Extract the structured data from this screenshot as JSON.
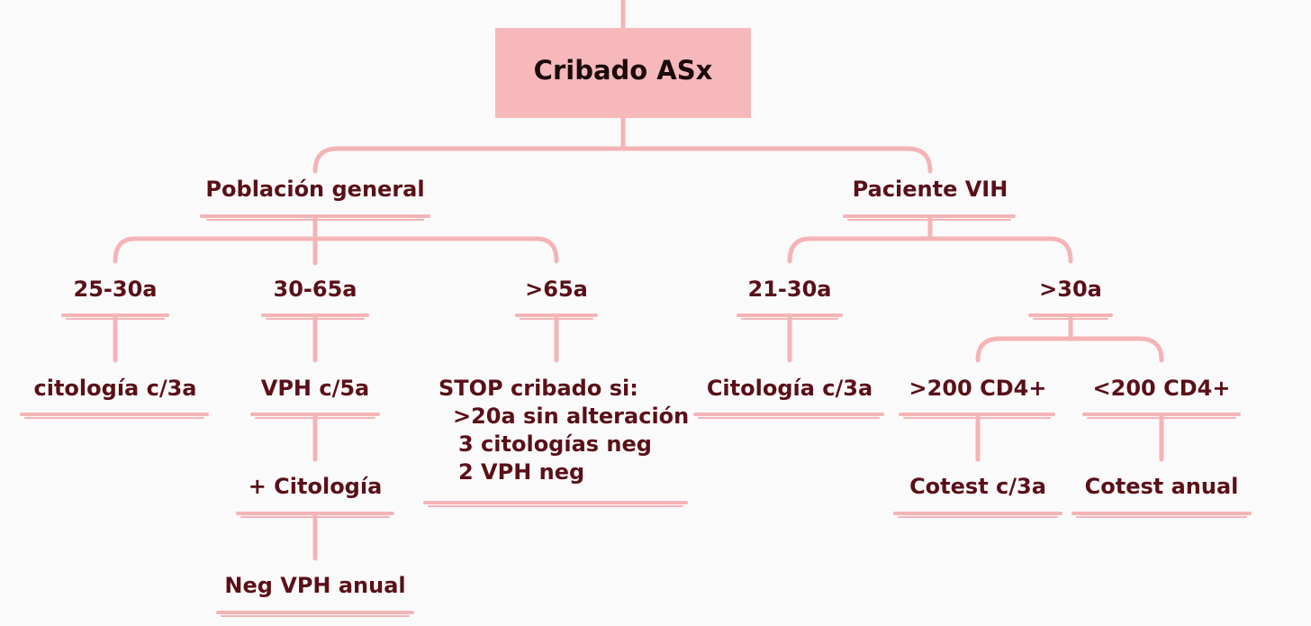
{
  "root": "Cribado ASx",
  "branches": {
    "general": {
      "label": "Población general",
      "groups": {
        "g25_30": {
          "label": "25-30a",
          "action": "citología c/3a"
        },
        "g30_65": {
          "label": "30-65a",
          "action": "VPH c/5a",
          "followup": "+ Citología",
          "followup2": "Neg VPH anual"
        },
        "g65": {
          "label": ">65a",
          "stop_title": "STOP cribado si:",
          "conditions": [
            ">20a sin alteración",
            "3 citologías neg",
            "2 VPH neg"
          ]
        }
      }
    },
    "vih": {
      "label": "Paciente VIH",
      "groups": {
        "v21_30": {
          "label": "21-30a",
          "action": "Citología c/3a"
        },
        "v30": {
          "label": ">30a",
          "sub": {
            "high": {
              "label": ">200 CD4+",
              "action": "Cotest c/3a"
            },
            "low": {
              "label": "<200 CD4+",
              "action": "Cotest anual"
            }
          }
        }
      }
    }
  },
  "colors": {
    "line": "#f4b4b6",
    "box": "#f6b8bb",
    "text": "#5a1018",
    "root_text": "#1a0a0c"
  }
}
